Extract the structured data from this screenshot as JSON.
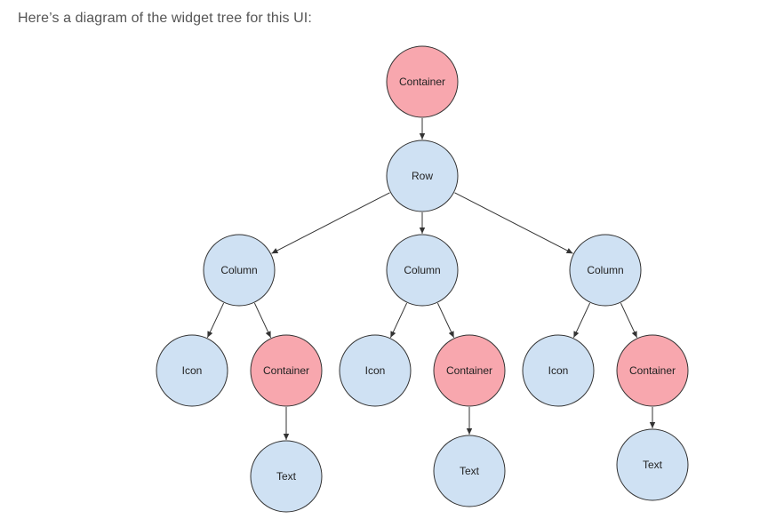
{
  "intro_text": "Here’s a diagram of the widget tree for this UI:",
  "colors": {
    "container_fill": "#f8a7ae",
    "widget_fill": "#cfe1f3",
    "node_stroke": "#333333",
    "edge": "#333333"
  },
  "nodes": [
    {
      "id": "container-root",
      "label": "Container",
      "kind": "container"
    },
    {
      "id": "row",
      "label": "Row",
      "kind": "widget"
    },
    {
      "id": "column-1",
      "label": "Column",
      "kind": "widget"
    },
    {
      "id": "column-2",
      "label": "Column",
      "kind": "widget"
    },
    {
      "id": "column-3",
      "label": "Column",
      "kind": "widget"
    },
    {
      "id": "icon-1",
      "label": "Icon",
      "kind": "widget"
    },
    {
      "id": "container-1",
      "label": "Container",
      "kind": "container"
    },
    {
      "id": "icon-2",
      "label": "Icon",
      "kind": "widget"
    },
    {
      "id": "container-2",
      "label": "Container",
      "kind": "container"
    },
    {
      "id": "icon-3",
      "label": "Icon",
      "kind": "widget"
    },
    {
      "id": "container-3",
      "label": "Container",
      "kind": "container"
    },
    {
      "id": "text-1",
      "label": "Text",
      "kind": "widget"
    },
    {
      "id": "text-2",
      "label": "Text",
      "kind": "widget"
    },
    {
      "id": "text-3",
      "label": "Text",
      "kind": "widget"
    }
  ],
  "edges": [
    {
      "from": "container-root",
      "to": "row"
    },
    {
      "from": "row",
      "to": "column-1"
    },
    {
      "from": "row",
      "to": "column-2"
    },
    {
      "from": "row",
      "to": "column-3"
    },
    {
      "from": "column-1",
      "to": "icon-1"
    },
    {
      "from": "column-1",
      "to": "container-1"
    },
    {
      "from": "column-2",
      "to": "icon-2"
    },
    {
      "from": "column-2",
      "to": "container-2"
    },
    {
      "from": "column-3",
      "to": "icon-3"
    },
    {
      "from": "column-3",
      "to": "container-3"
    },
    {
      "from": "container-1",
      "to": "text-1"
    },
    {
      "from": "container-2",
      "to": "text-2"
    },
    {
      "from": "container-3",
      "to": "text-3"
    }
  ]
}
